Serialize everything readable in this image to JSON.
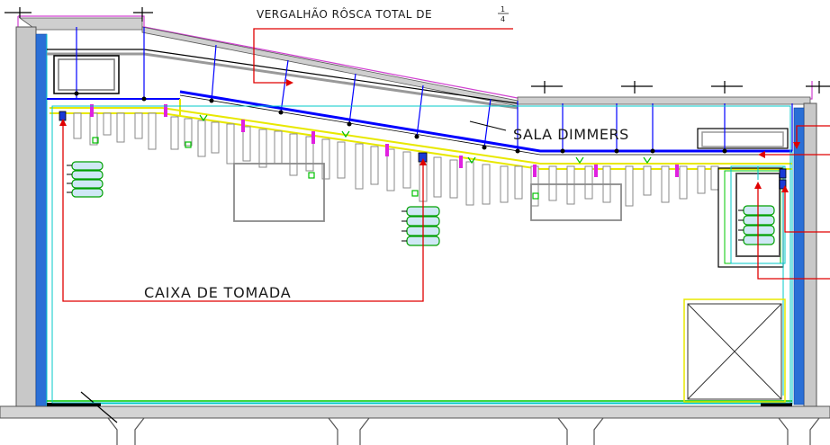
{
  "annotations": {
    "rod_label": "VERGALHÃO RÔSCA TOTAL DE",
    "rod_fraction_num": "1",
    "rod_fraction_den": "4",
    "dimmer_room": "SALA DIMMERS",
    "outlet_box": "CAIXA DE TOMADA"
  },
  "colors": {
    "wall": "#9a9a9a",
    "insulation": "#2a6fd6",
    "rods": "#0000ff",
    "grid_yellow": "#e8e800",
    "leader_red": "#e00000",
    "fixture_magenta": "#e020e0",
    "fixture_green": "#00c000",
    "outlines_cyan": "#00c8c8",
    "roof_magenta": "#d040d0"
  },
  "icons": [
    "outlet-box-icon",
    "dimmer-rack-icon",
    "x-shaft-icon"
  ]
}
